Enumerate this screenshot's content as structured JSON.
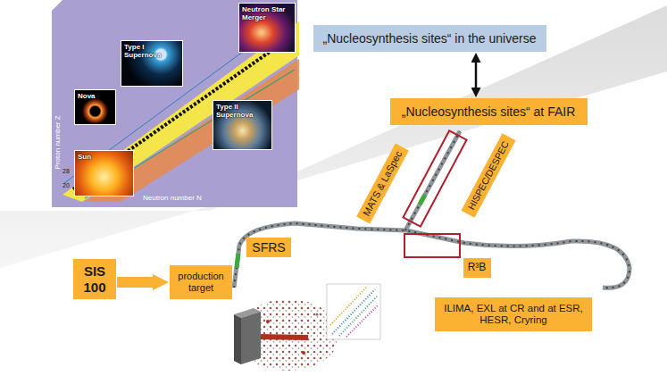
{
  "diagram": {
    "nodes": [
      {
        "text": [
          "Neutron Star Merger"
        ]
      },
      {
        "text": [
          "Type I Supernova"
        ]
      },
      {
        "text": [
          "Nova"
        ]
      },
      {
        "text": [
          "Type II Supernova"
        ]
      },
      {
        "text": [
          "Sun"
        ]
      },
      {
        "text": [
          "„Nucleosynthesis sites“ in the universe"
        ]
      },
      {
        "text": [
          "„Nucleosynthesis sites“ at FAIR"
        ]
      },
      {
        "text": [
          "SIS 100"
        ]
      },
      {
        "text": [
          "production target"
        ]
      },
      {
        "text": [
          "SFRS"
        ]
      },
      {
        "text": [
          "MATS & LaSpec"
        ]
      },
      {
        "text": [
          "HISPEC/DESPEC"
        ]
      },
      {
        "text": [
          "R³B"
        ]
      },
      {
        "text": [
          "ILIMA, EXL at CR and at ESR, HESR, Cryring"
        ]
      }
    ],
    "edges": [
      {
        "from": 5,
        "to": 6,
        "arrow": "both"
      },
      {
        "from": 7,
        "to": 8,
        "arrow": "to"
      }
    ],
    "labels": [
      "Proton number Z",
      "Neutron number N",
      "20",
      "28"
    ]
  }
}
